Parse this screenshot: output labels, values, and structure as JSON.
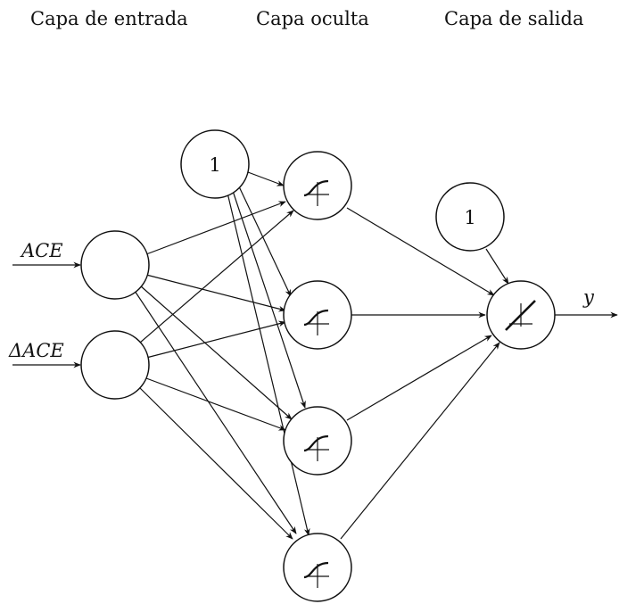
{
  "layers": {
    "input": "Capa de entrada",
    "hidden": "Capa oculta",
    "output": "Capa de salida"
  },
  "inputs": {
    "ace": "ACE",
    "delta_ace": "ΔACE"
  },
  "bias": {
    "hidden": "1",
    "output": "1"
  },
  "output": {
    "label": "y"
  },
  "activations": {
    "hidden": "sigmoid",
    "output": "linear"
  }
}
